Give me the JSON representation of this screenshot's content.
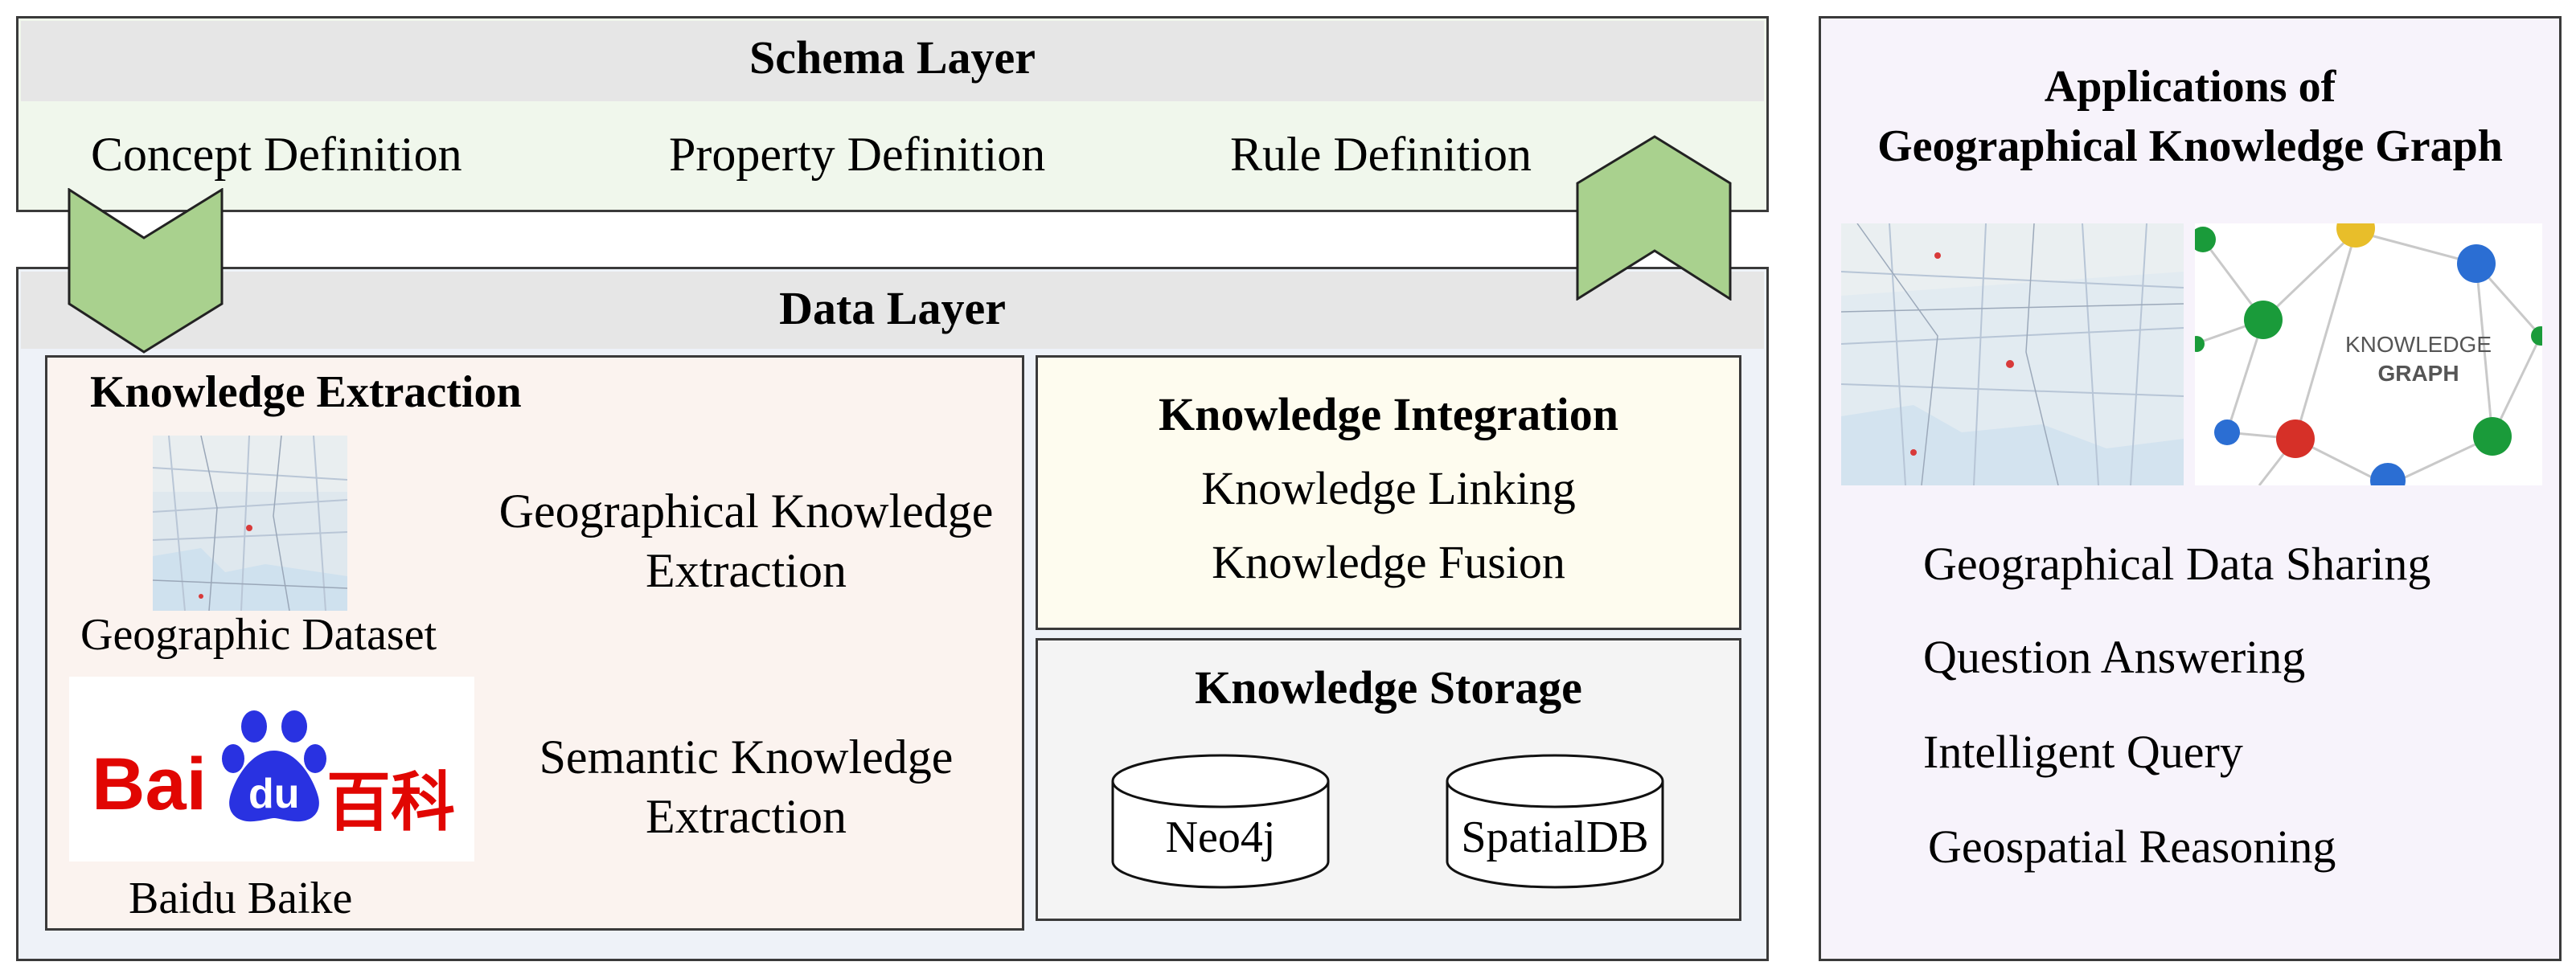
{
  "schema_layer": {
    "title": "Schema Layer",
    "items": [
      "Concept Definition",
      "Property Definition",
      "Rule Definition"
    ]
  },
  "data_layer": {
    "title": "Data Layer",
    "extraction": {
      "title": "Knowledge Extraction",
      "geo_dataset_label": "Geographic Dataset",
      "baidu_label": "Baidu Baike",
      "baidu_logo": {
        "bai": "Bai",
        "du": "du",
        "baike": "百科"
      },
      "geo_extraction": [
        "Geographical Knowledge",
        "Extraction"
      ],
      "semantic_extraction": [
        "Semantic Knowledge",
        "Extraction"
      ]
    },
    "integration": {
      "title": "Knowledge Integration",
      "items": [
        "Knowledge Linking",
        "Knowledge Fusion"
      ]
    },
    "storage": {
      "title": "Knowledge Storage",
      "databases": [
        "Neo4j",
        "SpatialDB"
      ]
    }
  },
  "applications": {
    "title_lines": [
      "Applications of",
      "Geographical Knowledge Graph"
    ],
    "kg_image_text": [
      "KNOWLEDGE",
      "GRAPH"
    ],
    "items": [
      "Geographical Data Sharing",
      "Question Answering",
      "Intelligent Query",
      "Geospatial Reasoning"
    ]
  },
  "colors": {
    "arrow_fill": "#a9d18e",
    "baidu_red": "#e10602",
    "baidu_blue": "#2932e1"
  }
}
